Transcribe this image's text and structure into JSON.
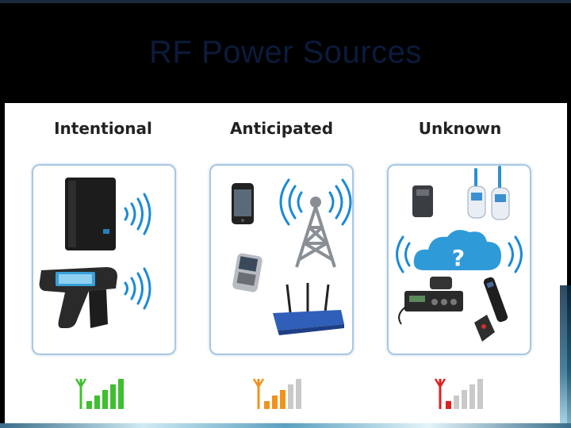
{
  "title": "RF Power Sources",
  "columns": [
    {
      "label": "Intentional",
      "signal_color": "#3fbf2f",
      "signal_bars_active": 5
    },
    {
      "label": "Anticipated",
      "signal_color": "#f0931e",
      "signal_bars_active": 3
    },
    {
      "label": "Unknown",
      "signal_color": "#e02020",
      "signal_bars_active": 1
    }
  ],
  "unknown_cloud_symbol": "?",
  "icons": {
    "intentional": [
      "rf-reader-box-icon",
      "handheld-rfid-scanner-icon",
      "radio-waves-icon"
    ],
    "anticipated": [
      "smartphone-icon",
      "cell-tower-icon",
      "blackberry-phone-icon",
      "wifi-router-icon"
    ],
    "unknown": [
      "garage-remote-icon",
      "baby-monitor-icon",
      "cloud-icon",
      "cb-radio-icon",
      "tv-remote-icon",
      "car-key-fob-icon"
    ]
  }
}
